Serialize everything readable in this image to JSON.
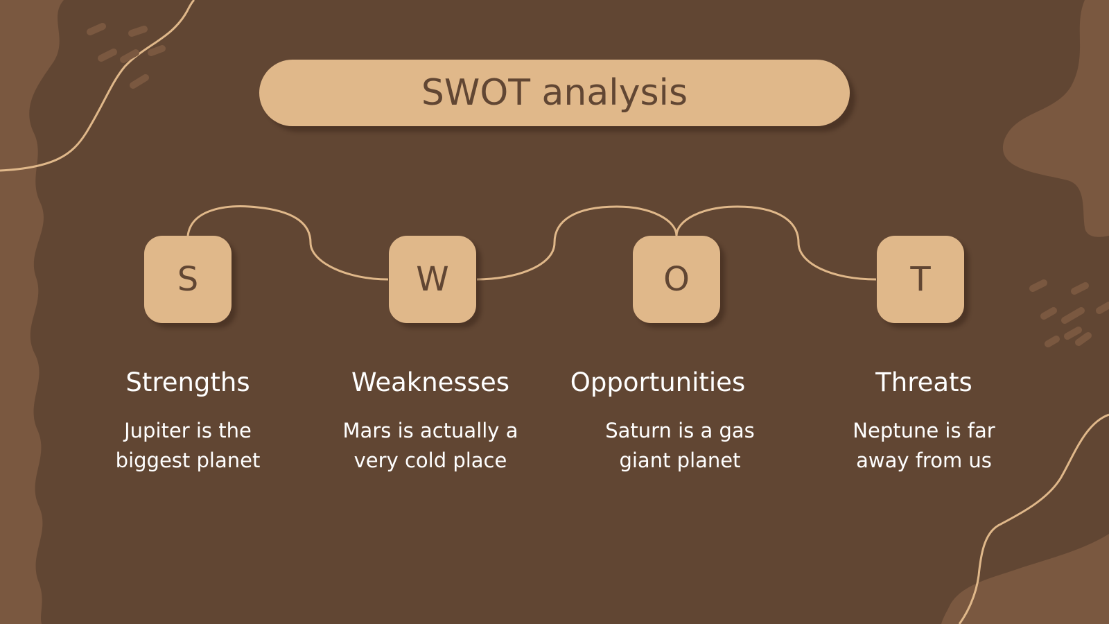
{
  "slide": {
    "title": "SWOT analysis"
  },
  "colors": {
    "background": "#614633",
    "blob": "#7a5840",
    "accent": "#e0b88a",
    "title_text": "#614633",
    "white_text": "#ffffff"
  },
  "swot": [
    {
      "letter": "S",
      "heading": "Strengths",
      "desc_line1": "Jupiter is the",
      "desc_line2": "biggest planet"
    },
    {
      "letter": "W",
      "heading": "Weaknesses",
      "desc_line1": "Mars is actually a",
      "desc_line2": "very cold place"
    },
    {
      "letter": "O",
      "heading": "Opportunities",
      "desc_line1": "Saturn is a gas",
      "desc_line2": "giant planet"
    },
    {
      "letter": "T",
      "heading": "Threats",
      "desc_line1": "Neptune is far",
      "desc_line2": "away from us"
    }
  ]
}
